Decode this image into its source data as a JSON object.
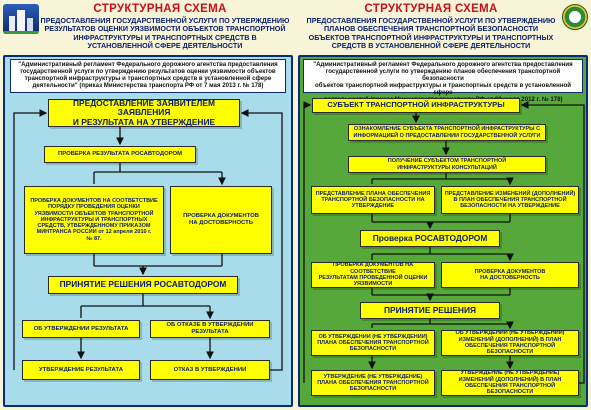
{
  "left": {
    "title": "СТРУКТУРНАЯ СХЕМА",
    "subtitle": [
      "ПРЕДОСТАВЛЕНИЯ ГОСУДАРСТВЕННОЙ УСЛУГИ ПО УТВЕРЖДЕНИЮ",
      "РЕЗУЛЬТАТОВ ОЦЕНКИ УЯЗВИМОСТИ ОБЪЕКТОВ ТРАНСПОРТНОЙ",
      "ИНФРАСТРУКТУРЫ И ТРАНСПОРТНЫХ СРЕДСТВ В",
      "УСТАНОВЛЕННОЙ СФЕРЕ ДЕЯТЕЛЬНОСТИ"
    ],
    "note": [
      "\"Административный регламент Федерального дорожного агентства предоставления",
      "государственной услуги по утверждению результатов оценки уязвимости объектов",
      "транспортной инфраструктуры и транспортных средств в установленной сфере",
      "деятельности\" (приказ Министерства транспорта РФ от 7 мая 2013 г. № 178)"
    ],
    "boxes": {
      "submit": [
        "ПРЕДОСТАВЛЕНИЕ ЗАЯВИТЕЛЕМ ЗАЯВЛЕНИЯ",
        "И РЕЗУЛЬТАТА НА УТВЕРЖДЕНИЕ"
      ],
      "check": "ПРОВЕРКА РЕЗУЛЬТАТА РОСАВТОДОРОМ",
      "compliance": [
        "ПРОВЕРКА ДОКУМЕНТОВ НА СООТВЕТСТВИЕ",
        "ПОРЯДКУ ПРОВЕДЕНИЯ ОЦЕНКИ",
        "УЯЗВИМОСТИ ОБЪЕКТОВ ТРАНСПОРТНОЙ",
        "ИНФРАСТРУКТУРЫ И ТРАНСПОРТНЫХ",
        "СРЕДСТВ, УТВЕРЖДЕННОМУ ПРИКАЗОМ",
        "МИНТРАНСА РОССИИ от 12 апреля 2010 г.",
        "№ 87."
      ],
      "authenticity": [
        "ПРОВЕРКА ДОКУМЕНТОВ",
        "НА ДОСТОВЕРНОСТЬ"
      ],
      "decision": "ПРИНЯТИЕ РЕШЕНИЯ РОСАВТОДОРОМ",
      "approve": "ОБ УТВЕРЖДЕНИИ РЕЗУЛЬТАТА",
      "refuse": [
        "ОБ ОТКАЗЕ В УТВЕРЖДЕНИИ",
        "РЕЗУЛЬТАТА"
      ],
      "approved": "УТВЕРЖДЕНИЕ РЕЗУЛЬТАТА",
      "refused": "ОТКАЗ В УТВЕРЖДЕНИИ"
    }
  },
  "right": {
    "title": "СТРУКТУРНАЯ СХЕМА",
    "subtitle": [
      "ПРЕДОСТАВЛЕНИЯ ГОСУДАРСТВЕННОЙ УСЛУГИ ПО УТВЕРЖДЕНИЮ",
      "ПЛАНОВ ОБЕСПЕЧЕНИЯ ТРАНСПОРТНОЙ БЕЗОПАСНОСТИ",
      "ОБЪЕКТОВ ТРАНСПОРТНОЙ ИНФРАСТРУКТУРЫ И ТРАНСПОРТНЫХ",
      "СРЕДСТВ В УСТАНОВЛЕННОЙ СФЕРЕ ДЕЯТЕЛЬНОСТИ"
    ],
    "note": [
      "\"Административный регламент Федерального дорожного агентства предоставления",
      "государственной услуги по утверждению планов обеспечения транспортной безопасности",
      "объектов транспортной инфраструктуры и транспортных средств в установленной сфере",
      "деятельности\" (приказ Министерства транспорта РФ от 09 июля 2012 г. № 178)"
    ],
    "boxes": {
      "subject": "СУБЪЕКТ ТРАНСПОРТНОЙ ИНФРАСТРУКТУРЫ",
      "acquaint": [
        "ОЗНАКОМЛЕНИЕ СУБЪЕКТА ТРАНСПОРТНОЙ ИНФРАСТРУКТУРЫ С",
        "ИНФОРМАЦИЕЙ О ПРЕДОСТАВЛЕНИИ ГОСУДАРСТВЕННОЙ УСЛУГИ"
      ],
      "consult": [
        "ПОЛУЧЕНИЕ СУБЪЕКТОМ ТРАНСПОРТНОЙ",
        "ИНФРАСТРУКТУРЫ КОНСУЛЬТАЦИЙ"
      ],
      "plan": [
        "ПРЕДСТАВЛЕНИЕ ПЛАНА ОБЕСПЕЧЕНИЯ",
        "ТРАНСПОРТНОЙ БЕЗОПАСНОСТИ НА",
        "УТВЕРЖДЕНИЕ"
      ],
      "changes": [
        "ПРЕДСТАВЛЕНИЕ ИЗМЕНЕНИЙ (ДОПОЛНЕНИЙ)",
        "В ПЛАН ОБЕСПЕЧЕНИЯ ТРАНСПОРТНОЙ",
        "БЕЗОПАСНОСТИ НА УТВЕРЖДЕНИЕ"
      ],
      "check": "Проверка РОСАВТОДОРОМ",
      "compliance": [
        "ПРОВЕРКА ДОКУМЕНТОВ НА СООТВЕТСТВИЕ",
        "РЕЗУЛЬТАТАМ ПРОВЕДЕННОЙ ОЦЕНКИ",
        "УЯЗВИМОСТИ"
      ],
      "authenticity": [
        "ПРОВЕРКА ДОКУМЕНТОВ",
        "НА ДОСТОВЕРНОСТЬ"
      ],
      "decision": "ПРИНЯТИЕ РЕШЕНИЯ",
      "approve_plan": [
        "ОБ УТВЕРЖДЕНИИ (НЕ УТВЕРЖДЕНИИ)",
        "ПЛАНА ОБЕСПЕЧЕНИЯ ТРАНСПОРТНОЙ",
        "БЕЗОПАСНОСТИ"
      ],
      "approve_changes": [
        "ОБ УТВЕРЖДЕНИИ (НЕ УТВЕРЖДЕНИИ)",
        "ИЗМЕНЕНИЙ (ДОПОЛНЕНИЙ) В ПЛАН",
        "ОБЕСПЕЧЕНИЯ ТРАНСПОРТНОЙ БЕЗОПАСНОСТИ"
      ],
      "plan_result": [
        "УТВЕРЖДЕНИЕ (НЕ УТВЕРЖДЕНИЕ)",
        "ПЛАНА ОБЕСПЕЧЕНИЯ ТРАНСПОРТНОЙ",
        "БЕЗОПАСНОСТИ"
      ],
      "changes_result": [
        "УТВЕРЖДЕНИЕ (НЕ УТВЕРЖДЕНИЕ)",
        "ИЗМЕНЕНИЙ (ДОПОЛНЕНИЙ) В ПЛАН",
        "ОБЕСПЕЧЕНИЯ ТРАНСПОРТНОЙ БЕЗОПАСНОСТИ"
      ]
    }
  },
  "colors": {
    "left_panel": "#a9dcea",
    "right_panel": "#56a83a",
    "box": "#ffff00",
    "title": "#c8101c",
    "text": "#0b1b6b"
  },
  "icons": [
    "building-logo-icon",
    "agency-emblem-icon"
  ]
}
